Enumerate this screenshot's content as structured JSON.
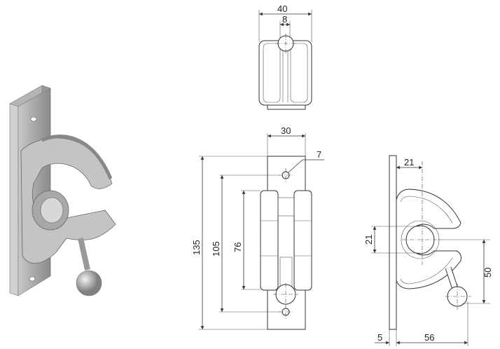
{
  "top_view": {
    "width": "40",
    "slot": "8"
  },
  "front_view": {
    "plate_width": "30",
    "hole_diameter": "7",
    "total_height": "135",
    "hole_spacing": "105",
    "body_height": "76"
  },
  "side_view": {
    "offset_top": "21",
    "bore": "21",
    "ball_offset": "50",
    "plate_thickness": "5",
    "depth": "56"
  }
}
